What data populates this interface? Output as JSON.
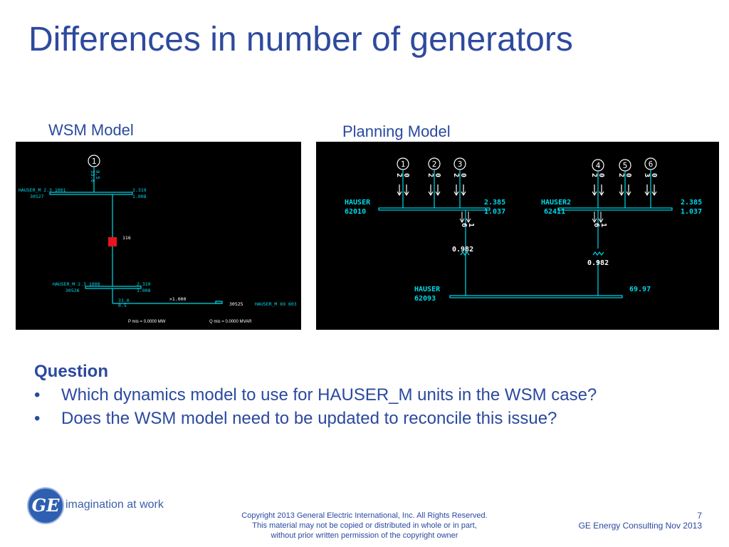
{
  "title": "Differences in number of generators",
  "wsm": {
    "label": "WSM Model",
    "gen_number": "1",
    "gen_output": "33.0",
    "gen_mvar": "0.5",
    "bus_top_name": "HAUSER_M 2.3_1001",
    "bus_top_num": "30527",
    "bus_top_v1": "2.319",
    "bus_top_v2": "1.008",
    "mid_value": "116",
    "bus_mid_name": "HAUSER_M 2.3_1000",
    "bus_mid_num": "30526",
    "bus_mid_v1": "2.319",
    "bus_mid_v2": "1.008",
    "flow_p": "33.0",
    "flow_q": "0.5",
    "flow_right": ">1.000",
    "bus_bottom_num": "30525",
    "bus_bottom_name": "HAUSER_M 69 603",
    "pmis": "P mis = 0.0000 MW",
    "qmis": "Q mis = 0.0000 MVAR"
  },
  "planning": {
    "label": "Planning Model",
    "gens": [
      {
        "num": "1",
        "p": "2",
        "q": "0"
      },
      {
        "num": "2",
        "p": "2",
        "q": "0"
      },
      {
        "num": "3",
        "p": "2",
        "q": "0"
      },
      {
        "num": "4",
        "p": "2",
        "q": "0"
      },
      {
        "num": "5",
        "p": "2",
        "q": "0"
      },
      {
        "num": "6",
        "p": "3",
        "q": "0"
      }
    ],
    "bus1_name": "HAUSER",
    "bus1_num": "62010",
    "bus1_v1": "2.385",
    "bus1_v2": "1.037",
    "bus2_name": "HAUSER2",
    "bus2_num": "62411",
    "bus2_v1": "2.385",
    "bus2_v2": "1.037",
    "xfmr1_flow_p": "6",
    "xfmr1_flow_q": "1",
    "xfmr2_flow_p": "6",
    "xfmr2_flow_q": "1",
    "tap1": "0.982",
    "tap2": "0.982",
    "bus3_name": "HAUSER",
    "bus3_num": "62093",
    "bus3_v": "69.97"
  },
  "question": {
    "heading": "Question",
    "bullet_char": "•",
    "items": [
      "Which dynamics model to use for HAUSER_M units in the WSM case?",
      "Does the WSM model need to be updated to reconcile this issue?"
    ]
  },
  "footer": {
    "logo_text": "GE",
    "tagline": "imagination at work",
    "copyright_lines": [
      "Copyright 2013 General Electric International, Inc. All Rights Reserved.",
      "This material may not be copied or distributed in whole or in part,",
      "without prior written permission of the copyright owner"
    ],
    "page_number": "7",
    "org_date": "GE Energy Consulting Nov 2013"
  },
  "colors": {
    "title": "#2e4a9e",
    "diagram_cyan": "#00d8e8",
    "diagram_white": "#ffffff",
    "wsm_red_box": "#e8141e"
  }
}
